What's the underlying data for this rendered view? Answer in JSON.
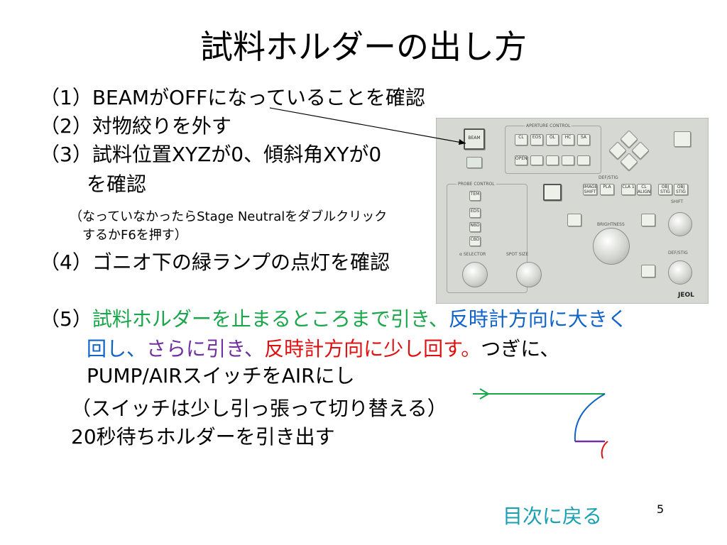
{
  "title": "試料ホルダーの出し方",
  "steps": {
    "s1": "（1）BEAMがOFFになっていることを確認",
    "s2": "（2）対物絞りを外す",
    "s3a": "（3）試料位置XYZが0、傾斜角XYが0",
    "s3b": "を確認",
    "note1": "（なっていなかったらStage Neutralをダブルクリック",
    "note2": "するかF6を押す）",
    "s4": "（4）ゴニオ下の緑ランプの点灯を確認",
    "s5_prefix": "（5）",
    "s5_green": "試料ホルダーを止まるところまで引き、",
    "s5_blue1": "反時計方向に大きく",
    "s5_blue2": "回し、",
    "s5_purple": "さらに引き、",
    "s5_red": "反時計方向に少し回す。",
    "s5_black1": "つぎに、",
    "s5_black2": "PUMP/AIRスイッチをAIRにし",
    "s5_black3": "（スイッチは少し引っ張って切り替える）",
    "s5_black4": "20秒待ちホルダーを引き出す"
  },
  "panel": {
    "aperture_label": "APERTURE CONTROL",
    "probe_label": "PROBE CONTROL",
    "defstig_label": "DEF/STIG",
    "brightness_label": "BRIGHTNESS",
    "shift_label": "SHIFT",
    "defstig2_label": "DEF/STIG",
    "selector_label": "α SELECTOR",
    "spotsize_label": "SPOT SIZE",
    "brand": "JEOL",
    "beam_btn": "BEAM",
    "aperture_btns": [
      "CL",
      "EOS",
      "OL",
      "HC",
      "SA"
    ],
    "open_btn": "OPEN",
    "tem_btn": "TEM",
    "eds_btn": "EDS",
    "nbd_btn": "NBD",
    "cbd_btn": "CBD",
    "def_btns": [
      "IMAGE SHIFT",
      "PLA",
      "CLA 1",
      "CL ALIGN",
      "OBJ STIG",
      "OBJ STIG"
    ]
  },
  "footer": {
    "back_link": "目次に戻る",
    "page_number": "5"
  },
  "colors": {
    "green": "#1aa64a",
    "blue": "#1064c8",
    "purple": "#7030a0",
    "red": "#e01010",
    "link": "#1aa0b0"
  }
}
